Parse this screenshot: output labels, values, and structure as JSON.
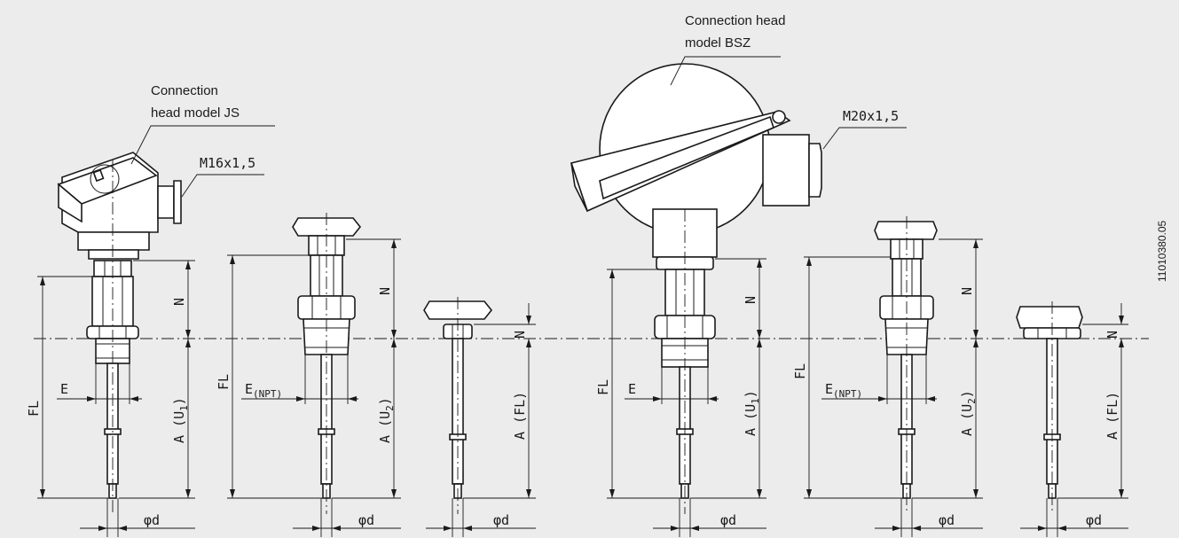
{
  "labels": {
    "head_js": [
      "Connection",
      "head model JS"
    ],
    "head_bsz": [
      "Connection head",
      "model BSZ"
    ],
    "thread_js": "M16x1,5",
    "thread_bsz": "M20x1,5",
    "doc_number": "11010380.05"
  },
  "dimensions": {
    "fl": "FL",
    "n": "N",
    "e": "E",
    "e_npt": "E",
    "npt_sub": "(NPT)",
    "a_u1_prefix": "A (U",
    "u1_sub": "1",
    "a_u2_prefix": "A (U",
    "u2_sub": "2",
    "close_paren": ")",
    "a_fl": "A (FL)",
    "diameter": "φd"
  },
  "colors": {
    "background": "#ececec",
    "line": "#1a1a1a",
    "part_fill": "#ffffff"
  }
}
